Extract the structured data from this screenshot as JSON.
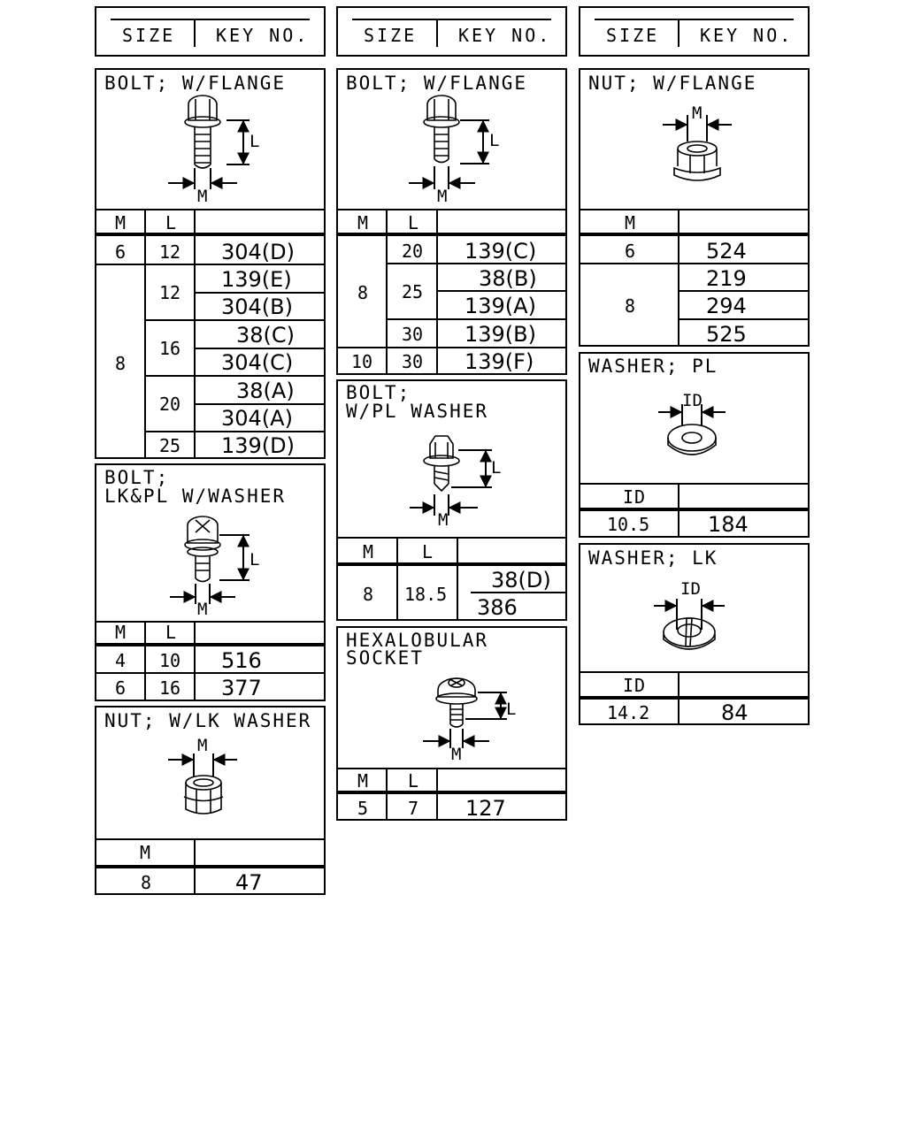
{
  "legend_header": {
    "size_label": "SIZE",
    "key_label": "KEY NO."
  },
  "panels": {
    "bolt_flange_a": {
      "title": "BOLT; W/FLANGE",
      "cols": [
        "M",
        "L"
      ],
      "dims": [
        "L",
        "M"
      ],
      "rows": [
        {
          "m": "6",
          "l": "12",
          "key": "304(D)"
        },
        {
          "m": "8",
          "l": "12",
          "key": "139(E)"
        },
        {
          "m": "8",
          "l": "12",
          "key": "304(B)"
        },
        {
          "m": "8",
          "l": "16",
          "key": "38(C)"
        },
        {
          "m": "8",
          "l": "16",
          "key": "304(C)"
        },
        {
          "m": "8",
          "l": "20",
          "key": "38(A)"
        },
        {
          "m": "8",
          "l": "20",
          "key": "304(A)"
        },
        {
          "m": "8",
          "l": "25",
          "key": "139(D)"
        }
      ]
    },
    "bolt_lk_pl": {
      "title": "BOLT;",
      "title2": "LK&PL W/WASHER",
      "cols": [
        "M",
        "L"
      ],
      "dims": [
        "L",
        "M"
      ],
      "rows": [
        {
          "m": "4",
          "l": "10",
          "key": "516"
        },
        {
          "m": "6",
          "l": "16",
          "key": "377"
        }
      ]
    },
    "nut_lk_washer": {
      "title": "NUT; W/LK WASHER",
      "cols": [
        "M"
      ],
      "dims": [
        "M"
      ],
      "rows": [
        {
          "m": "8",
          "key": "47"
        }
      ]
    },
    "bolt_flange_b": {
      "title": "BOLT; W/FLANGE",
      "cols": [
        "M",
        "L"
      ],
      "dims": [
        "L",
        "M"
      ],
      "rows": [
        {
          "m": "8",
          "l": "20",
          "key": "139(C)"
        },
        {
          "m": "8",
          "l": "25",
          "key": "38(B)"
        },
        {
          "m": "8",
          "l": "25",
          "key": "139(A)"
        },
        {
          "m": "8",
          "l": "30",
          "key": "139(B)"
        },
        {
          "m": "10",
          "l": "30",
          "key": "139(F)"
        }
      ]
    },
    "bolt_pl_washer": {
      "title": "BOLT;",
      "title2": "W/PL WASHER",
      "cols": [
        "M",
        "L"
      ],
      "dims": [
        "L",
        "M"
      ],
      "rows": [
        {
          "m": "8",
          "l": "18.5",
          "key": "38(D)"
        },
        {
          "m": "8",
          "l": "18.5",
          "key": "386"
        }
      ]
    },
    "hexalobular": {
      "title": "HEXALOBULAR",
      "title2": "SOCKET",
      "cols": [
        "M",
        "L"
      ],
      "dims": [
        "L",
        "M"
      ],
      "rows": [
        {
          "m": "5",
          "l": "7",
          "key": "127"
        }
      ]
    },
    "nut_flange": {
      "title": "NUT; W/FLANGE",
      "cols": [
        "M"
      ],
      "dims": [
        "M"
      ],
      "rows": [
        {
          "m": "6",
          "key": "524"
        },
        {
          "m": "8",
          "key": "219"
        },
        {
          "m": "8",
          "key": "294"
        },
        {
          "m": "8",
          "key": "525"
        }
      ]
    },
    "washer_pl": {
      "title": "WASHER; PL",
      "cols": [
        "ID"
      ],
      "dims": [
        "ID"
      ],
      "rows": [
        {
          "id": "10.5",
          "key": "184"
        }
      ]
    },
    "washer_lk": {
      "title": "WASHER; LK",
      "cols": [
        "ID"
      ],
      "dims": [
        "ID"
      ],
      "rows": [
        {
          "id": "14.2",
          "key": "84"
        }
      ]
    }
  }
}
